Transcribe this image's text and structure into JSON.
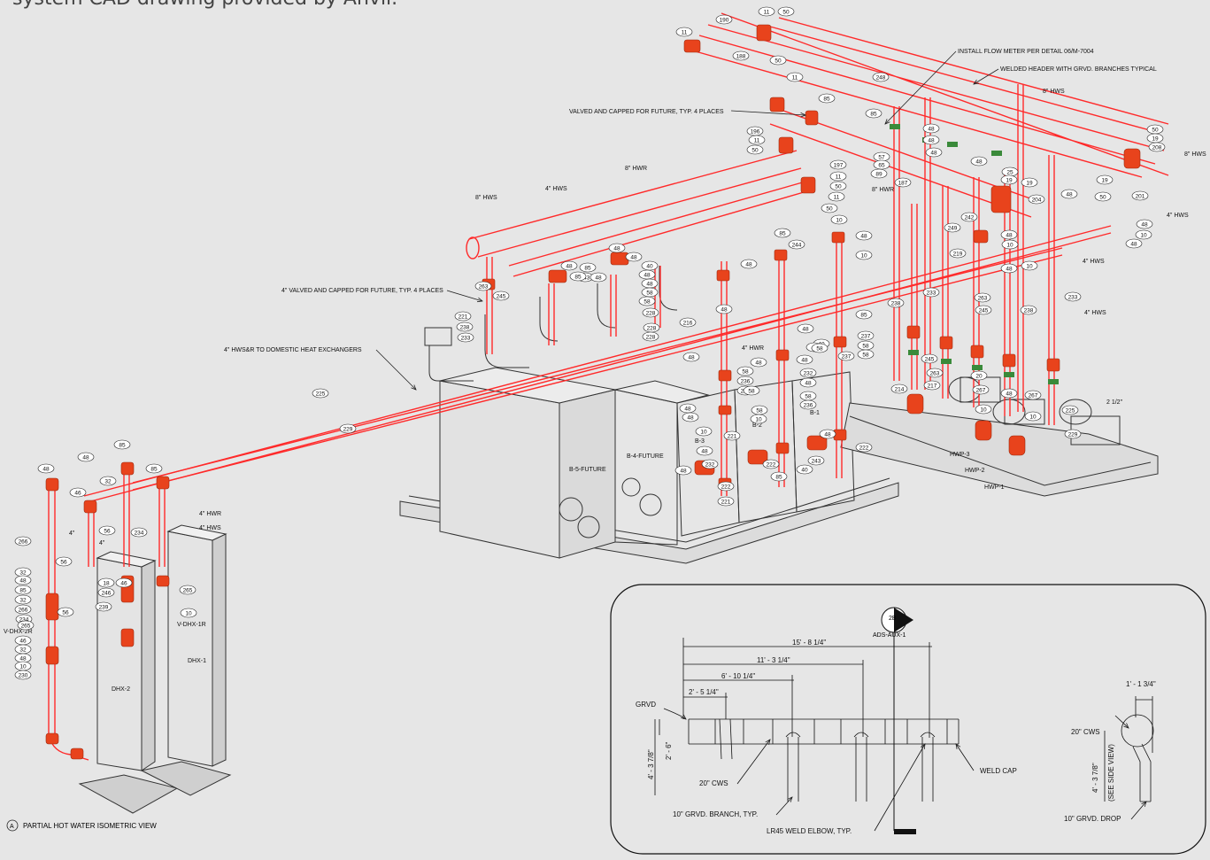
{
  "caption": "system CAD drawing provided by Anvil.",
  "view_title": {
    "marker": "A",
    "text": "PARTIAL HOT WATER ISOMETRIC VIEW"
  },
  "notes": {
    "flow_meter": "INSTALL FLOW METER PER DETAIL 06/M-7004",
    "header": "WELDED HEADER WITH GRVD. BRANCHES TYPICAL",
    "capped_future": "VALVED AND CAPPED FOR FUTURE, TYP. 4 PLACES",
    "capped_4in": "4\" VALVED AND CAPPED FOR FUTURE, TYP. 4 PLACES",
    "dhx_supply": "4\" HWS&R TO DOMESTIC HEAT EXCHANGERS"
  },
  "pipe_labels": {
    "hws8_top": "8\" HWS",
    "hws8_left": "8\" HWS",
    "hws8_right": "8\" HWS",
    "hwr8_mid": "8\" HWR",
    "hwr8_right": "8\" HWR",
    "hws4_a": "4\" HWS",
    "hws4_b": "4\" HWS",
    "hws4_c": "4\" HWS",
    "hws4_d": "4\" HWS",
    "hwr4_mid": "4\" HWR",
    "hwr4_dhx": "4\" HWR",
    "hws4_dhx": "4\" HWS",
    "in4_a": "4\"",
    "in4_b": "4\"",
    "in212": "2 1/2\""
  },
  "equipment": {
    "b5": "B-5-FUTURE",
    "b4": "B-4-FUTURE",
    "b3": "B-3",
    "b2": "B-2",
    "b1": "B-1",
    "hwp3": "HWP-3",
    "hwp2": "HWP-2",
    "hwp1": "HWP-1",
    "dhx1": "DHX-1",
    "dhx2": "DHX-2",
    "vdhx2r": "V-DHX-2R",
    "vdhx1r": "V-DHX-1R"
  },
  "callouts": [
    "190",
    "11",
    "50",
    "11",
    "188",
    "50",
    "11",
    "85",
    "248",
    "85",
    "196",
    "11",
    "50",
    "197",
    "11",
    "50",
    "11",
    "50",
    "57",
    "65",
    "89",
    "187",
    "48",
    "48",
    "48",
    "48",
    "25",
    "19",
    "19",
    "204",
    "48",
    "50",
    "19",
    "208",
    "19",
    "50",
    "201",
    "48",
    "10",
    "48",
    "242",
    "48",
    "10",
    "249",
    "219",
    "10",
    "48",
    "10",
    "48",
    "10",
    "85",
    "244",
    "48",
    "40",
    "48",
    "48",
    "85",
    "243",
    "48",
    "48",
    "85",
    "40",
    "48",
    "48",
    "58",
    "58",
    "228",
    "228",
    "228",
    "216",
    "48",
    "85",
    "48",
    "48",
    "237",
    "58",
    "58",
    "48",
    "48",
    "58",
    "237",
    "48",
    "58",
    "236",
    "236",
    "58",
    "232",
    "48",
    "58",
    "236",
    "58",
    "10",
    "48",
    "48",
    "10",
    "48",
    "232",
    "48",
    "243",
    "48",
    "40",
    "85",
    "222",
    "221",
    "222",
    "221",
    "222",
    "221",
    "238",
    "233",
    "245",
    "263",
    "238",
    "233",
    "245",
    "263",
    "238",
    "233",
    "245",
    "263",
    "214",
    "217",
    "20",
    "267",
    "48",
    "10",
    "267",
    "10",
    "225",
    "229",
    "225",
    "229",
    "85",
    "48",
    "85",
    "48",
    "32",
    "46",
    "266",
    "56",
    "234",
    "56",
    "265",
    "46",
    "32",
    "48",
    "85",
    "32",
    "266",
    "234",
    "56",
    "265",
    "46",
    "32",
    "48",
    "10",
    "230",
    "18",
    "246",
    "10",
    "239"
  ],
  "detail": {
    "tag": "2B",
    "ref": "ADS-AUX-1",
    "dims": [
      "15' - 8 1/4\"",
      "11' - 3 1/4\"",
      "6' - 10 1/4\"",
      "2' - 5 1/4\""
    ],
    "grvd": "GRVD",
    "height_left": "4' - 3 7/8\"",
    "height_inner": "2' - 6\"",
    "cws_left": "20\" CWS",
    "branch": "10\" GRVD. BRANCH, TYP.",
    "elbow": "LR45 WELD ELBOW, TYP.",
    "weld_cap": "WELD CAP",
    "side_dim": "1' - 1 3/4\"",
    "cws_right": "20\" CWS",
    "side_height": "4' - 3 7/8\"",
    "side_view": "(SEE SIDE VIEW)",
    "drop": "10\" GRVD. DROP"
  },
  "colors": {
    "pipe": "#ff2a2a",
    "fitting": "#e8431c",
    "valve": "#3a8a3a",
    "line": "#222222",
    "background": "#e6e6e6"
  }
}
